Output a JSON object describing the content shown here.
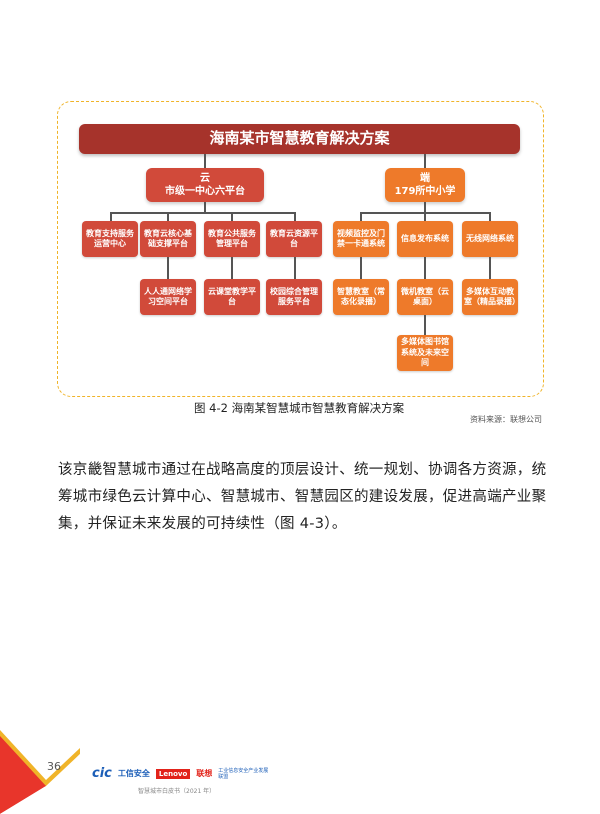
{
  "diagram": {
    "title": "海南某市智慧教育解决方案",
    "cloud": {
      "line1": "云",
      "line2": "市级一中心六平台"
    },
    "end": {
      "line1": "端",
      "line2": "179所中小学"
    },
    "cloud_children": [
      {
        "label": "教育支持服务运营中心",
        "sub": ""
      },
      {
        "label": "教育云核心基础支撑平台",
        "sub": "人人通网络学习空间平台"
      },
      {
        "label": "教育公共服务管理平台",
        "sub": "云课堂教学平台"
      },
      {
        "label": "教育云资源平台",
        "sub": "校园综合管理服务平台"
      }
    ],
    "end_children": [
      {
        "label": "视频监控及门禁一卡通系统",
        "sub": "智慧教室（常态化录播）"
      },
      {
        "label": "信息发布系统",
        "sub": "微机教室（云桌面）",
        "sub2": "多媒体图书馆系统及未来空间"
      },
      {
        "label": "无线网络系统",
        "sub": "多媒体互动教室（精品录播）"
      }
    ]
  },
  "caption": "图 4-2 海南某智慧城市智慧教育解决方案",
  "source": "资料来源：联想公司",
  "paragraph": "该京畿智慧城市通过在战略高度的顶层设计、统一规划、协调各方资源，统筹城市绿色云计算中心、智慧城市、智慧园区的建设发展，促进高端产业聚集，并保证未来发展的可持续性（图 4-3）。",
  "footer": {
    "page_number": "36",
    "logo_cic": "cic",
    "logo_cic_cn": "工信安全",
    "logo_lenovo": "Lenovo",
    "logo_lenovo_cn": "联想",
    "logo_org": "工业信息安全产业发展联盟",
    "note": "智慧城市白皮书（2021 年）"
  },
  "colors": {
    "title_red": "#a6332b",
    "cloud_red": "#d14a3a",
    "end_orange": "#ee7a2a",
    "frame_gold": "#f0b429"
  }
}
